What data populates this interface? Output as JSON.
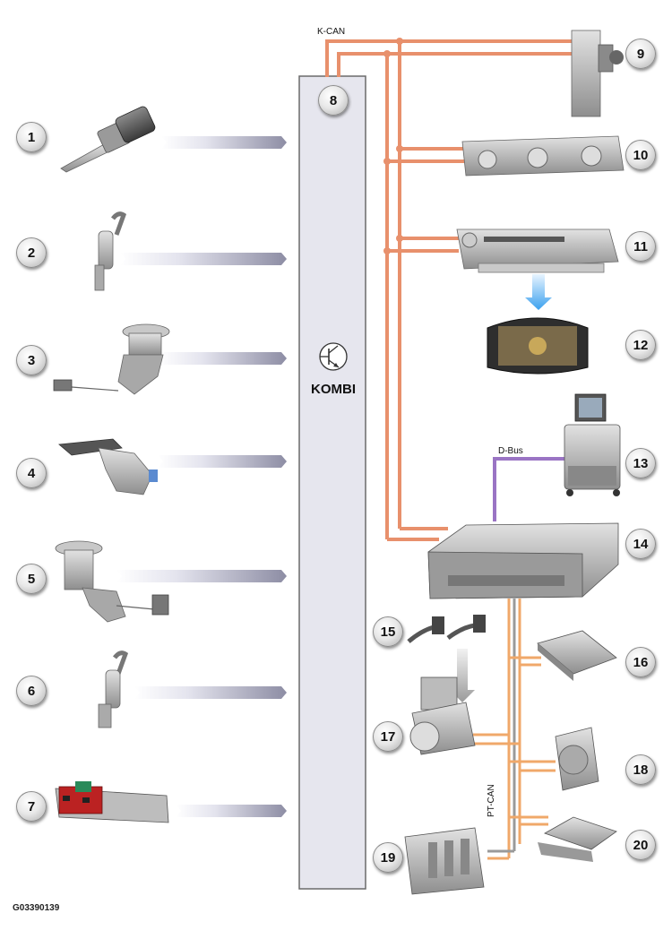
{
  "labels": {
    "kcan": "K-CAN",
    "dbus": "D-Bus",
    "ptcan": "PT-CAN",
    "kombi": "KOMBI",
    "figure_code": "G03390139"
  },
  "badges": [
    "1",
    "2",
    "3",
    "4",
    "5",
    "6",
    "7",
    "8",
    "9",
    "10",
    "11",
    "12",
    "13",
    "14",
    "15",
    "16",
    "17",
    "18",
    "19",
    "20"
  ],
  "colors": {
    "kcan": "#e8906c",
    "ptcan": "#f0a86a",
    "dbus": "#9a74c4",
    "kombi_fill": "#e6e6ee",
    "arrow": "#8d8da4"
  }
}
